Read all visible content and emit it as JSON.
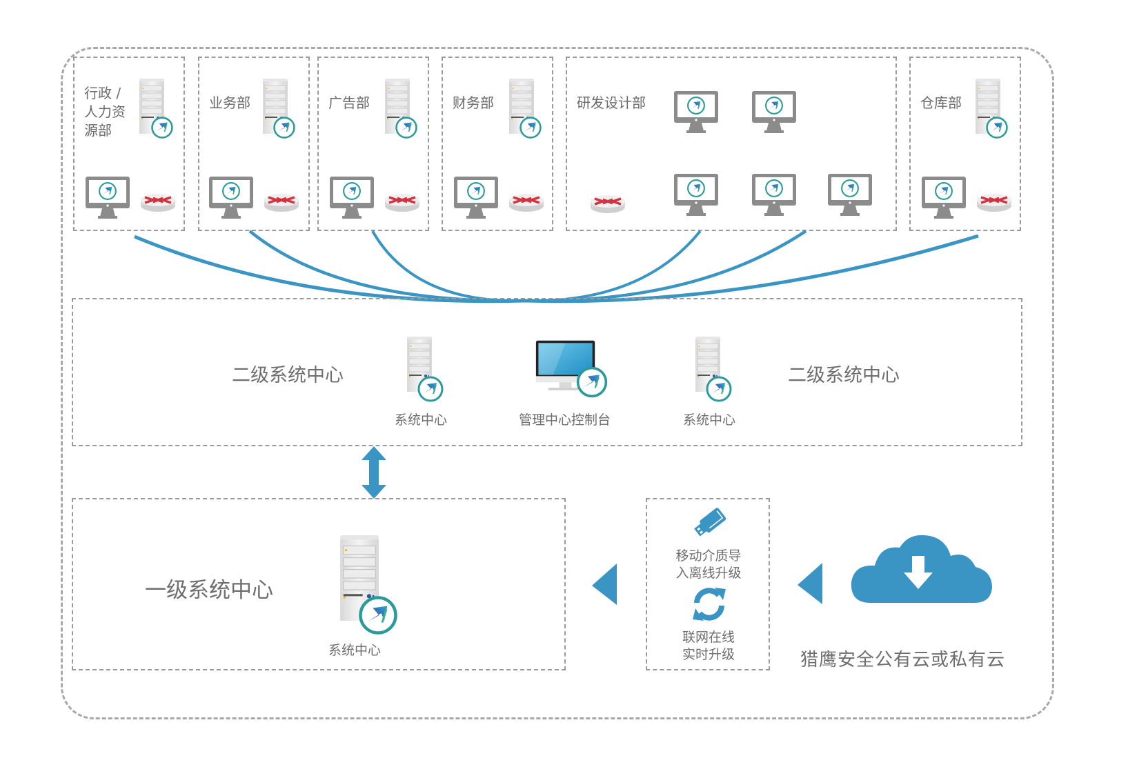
{
  "colors": {
    "accent_blue": "#3a95c4",
    "dash_gray": "#9a9a9a",
    "text_gray": "#6b6b6b",
    "router_red": "#d2343f"
  },
  "departments": [
    {
      "label": "行政 /\n人力资\n源部",
      "devices": [
        "server",
        "workstation",
        "router"
      ]
    },
    {
      "label": "业务部",
      "devices": [
        "server",
        "workstation",
        "router"
      ]
    },
    {
      "label": "广告部",
      "devices": [
        "server",
        "workstation",
        "router"
      ]
    },
    {
      "label": "财务部",
      "devices": [
        "server",
        "workstation",
        "router"
      ]
    },
    {
      "label": "研发设计部",
      "devices": [
        "workstation",
        "workstation",
        "router",
        "workstation",
        "workstation",
        "workstation"
      ]
    },
    {
      "label": "仓库部",
      "devices": [
        "server",
        "workstation",
        "router"
      ]
    }
  ],
  "secondary_center": {
    "left_title": "二级系统中心",
    "right_title": "二级系统中心",
    "nodes": [
      {
        "icon": "server-icon",
        "label": "系统中心"
      },
      {
        "icon": "monitor-icon",
        "label": "管理中心控制台"
      },
      {
        "icon": "server-icon",
        "label": "系统中心"
      }
    ]
  },
  "primary_center": {
    "title": "一级系统中心",
    "node": {
      "icon": "server-icon",
      "label": "系统中心"
    }
  },
  "upgrade": {
    "offline_label": "移动介质导\n入离线升级",
    "online_label": "联网在线\n实时升级"
  },
  "cloud": {
    "label": "猎鹰安全公有云或私有云"
  }
}
